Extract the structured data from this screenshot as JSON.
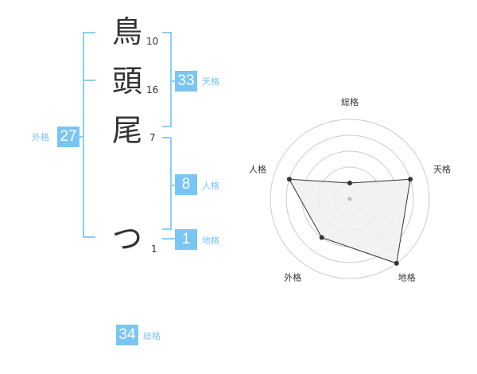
{
  "characters": [
    {
      "char": "鳥",
      "strokes": "10"
    },
    {
      "char": "頭",
      "strokes": "16"
    },
    {
      "char": "尾",
      "strokes": "7"
    },
    {
      "char": "つ",
      "strokes": "1"
    }
  ],
  "kakusu": {
    "tenkaku": {
      "value": "33",
      "label": "天格"
    },
    "jinkaku": {
      "value": "8",
      "label": "人格"
    },
    "chikaku": {
      "value": "1",
      "label": "地格"
    },
    "gaikaku": {
      "value": "27",
      "label": "外格"
    },
    "soukaku": {
      "value": "34",
      "label": "総格"
    }
  },
  "colors": {
    "accent": "#7ac5f4",
    "bracket": "#8fcdf2",
    "polygon_fill": "#f0f0f0"
  },
  "chart_data": {
    "type": "radar",
    "axes": [
      "総格",
      "天格",
      "地格",
      "外格",
      "人格"
    ],
    "max": 5,
    "rings": 5,
    "values": [
      1,
      4,
      5,
      3,
      4
    ]
  }
}
